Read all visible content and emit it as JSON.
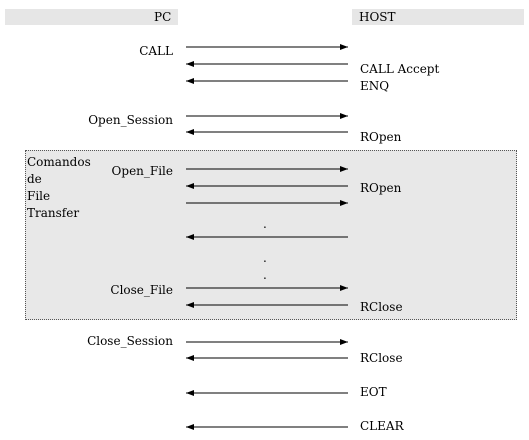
{
  "header": {
    "pc": "PC",
    "host": "HOST"
  },
  "group": {
    "lines": [
      "Comandos",
      "de",
      "File",
      "Transfer"
    ]
  },
  "messages": [
    {
      "pc_label": "CALL",
      "host_label": ""
    },
    {
      "pc_label": "",
      "host_label": "CALL Accept"
    },
    {
      "pc_label": "",
      "host_label": "ENQ"
    },
    {
      "pc_label": "Open_Session",
      "host_label": ""
    },
    {
      "pc_label": "",
      "host_label": "ROpen"
    },
    {
      "pc_label": "Open_File",
      "host_label": ""
    },
    {
      "pc_label": "",
      "host_label": "ROpen"
    },
    {
      "pc_label": "",
      "host_label": ""
    },
    {
      "pc_label": "",
      "host_label": ""
    },
    {
      "pc_label": "Close_File",
      "host_label": ""
    },
    {
      "pc_label": "",
      "host_label": "RClose"
    },
    {
      "pc_label": "Close_Session",
      "host_label": ""
    },
    {
      "pc_label": "",
      "host_label": "RClose"
    },
    {
      "pc_label": "",
      "host_label": "EOT"
    },
    {
      "pc_label": "",
      "host_label": "CLEAR"
    }
  ],
  "ellipsis": ".",
  "colors": {
    "header_band": "#e6e6e6",
    "group_fill": "#e8e8e8",
    "line": "#000000"
  }
}
